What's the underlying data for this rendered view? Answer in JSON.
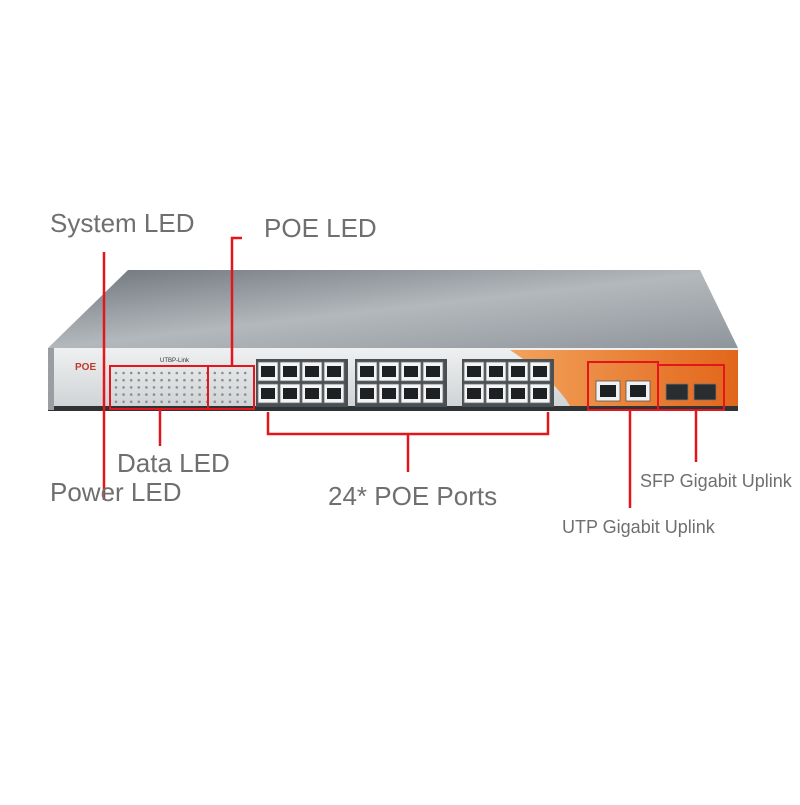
{
  "labels": {
    "system_led": "System LED",
    "poe_led": "POE LED",
    "data_led": "Data LED",
    "power_led": "Power LED",
    "poe_ports": "24* POE Ports",
    "sfp_uplink": "SFP Gigabit Uplink",
    "utp_uplink": "UTP Gigabit Uplink"
  },
  "device": {
    "front_text_poe": "POE",
    "brand_text": "UTBP-Link",
    "body_color": "#8e9499",
    "front_color": "#d9dbdd",
    "accent_color": "#e8731c",
    "callout_color": "#e4161b"
  }
}
